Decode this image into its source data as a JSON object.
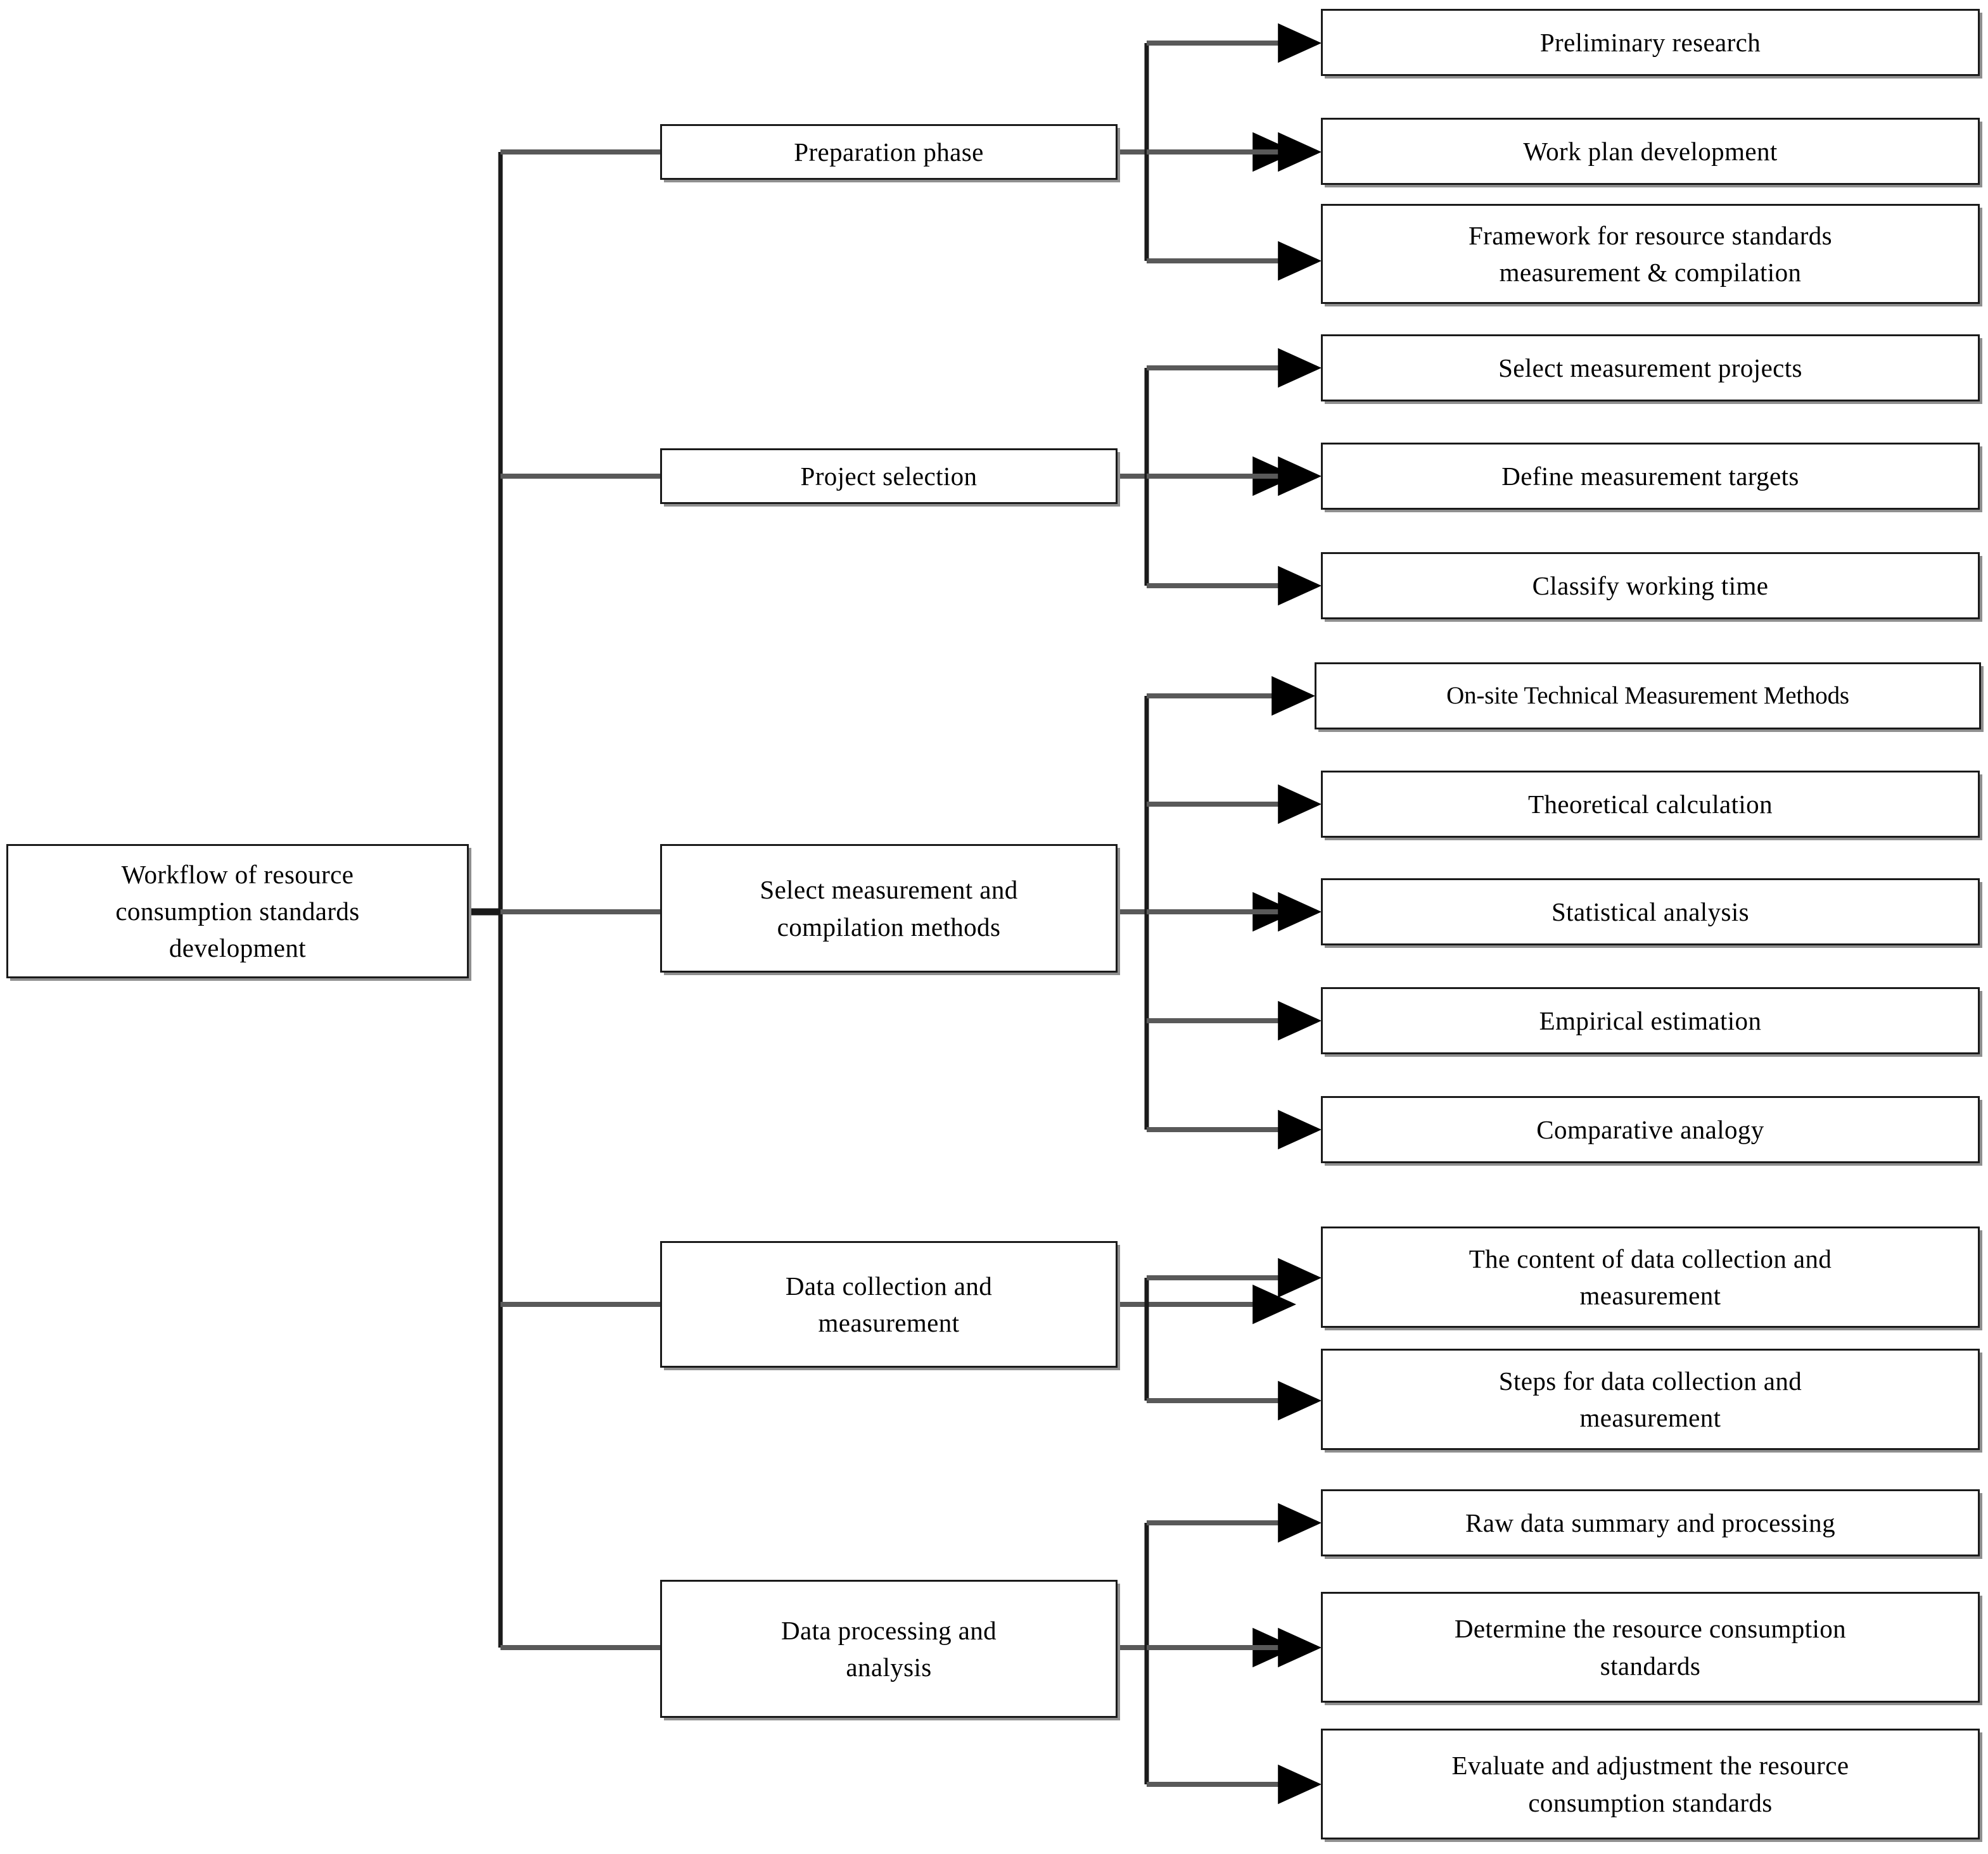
{
  "diagram": {
    "title": "Workflow of resource consumption standards development",
    "type": "hierarchical-flowchart",
    "orientation": "left-to-right",
    "colors": {
      "box_fill": "#ffffff",
      "box_border": "#1a1a1a",
      "box_shadow": "#8f8f8f",
      "connector": "#595959",
      "arrowhead": "#000000",
      "text": "#000000",
      "background": "#ffffff"
    },
    "root": {
      "label": "Workflow of resource\nconsumption standards\ndevelopment"
    },
    "branches": [
      {
        "label": "Preparation phase",
        "children": [
          {
            "label": "Preliminary research"
          },
          {
            "label": "Work plan development"
          },
          {
            "label": "Framework for resource standards\nmeasurement & compilation"
          }
        ]
      },
      {
        "label": "Project selection",
        "children": [
          {
            "label": "Select measurement projects"
          },
          {
            "label": "Define measurement targets"
          },
          {
            "label": "Classify working time"
          }
        ]
      },
      {
        "label": "Select measurement and\ncompilation methods",
        "children": [
          {
            "label": "On-site Technical Measurement Methods"
          },
          {
            "label": "Theoretical calculation"
          },
          {
            "label": "Statistical analysis"
          },
          {
            "label": "Empirical estimation"
          },
          {
            "label": "Comparative analogy"
          }
        ]
      },
      {
        "label": "Data collection and\nmeasurement",
        "children": [
          {
            "label": "The content of data collection and\nmeasurement"
          },
          {
            "label": "Steps for data collection and\nmeasurement"
          }
        ]
      },
      {
        "label": "Data processing and\nanalysis",
        "children": [
          {
            "label": "Raw data summary and processing"
          },
          {
            "label": "Determine the resource consumption\nstandards"
          },
          {
            "label": "Evaluate and adjustment the resource\nconsumption standards"
          }
        ]
      }
    ]
  }
}
